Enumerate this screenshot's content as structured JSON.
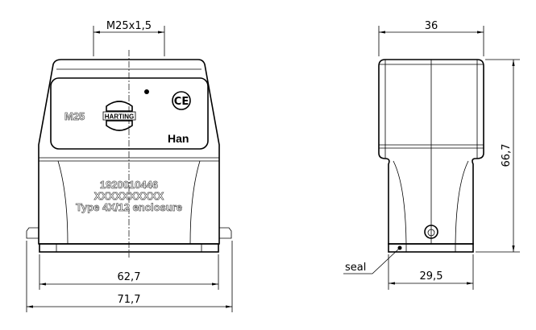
{
  "front_view": {
    "thread_dim": "M25x1,5",
    "label_size": "M25",
    "logo": "HARTING",
    "ce_mark": "CE",
    "series": "Han",
    "part_number": "1920010446",
    "serial_placeholder": "XXXXXXXXXX",
    "enclosure_type": "Type 4X/12 enclosure",
    "width_inner": "62,7",
    "width_outer": "71,7"
  },
  "side_view": {
    "width_top": "36",
    "height": "66,7",
    "width_bottom": "29,5",
    "seal_label": "seal"
  }
}
